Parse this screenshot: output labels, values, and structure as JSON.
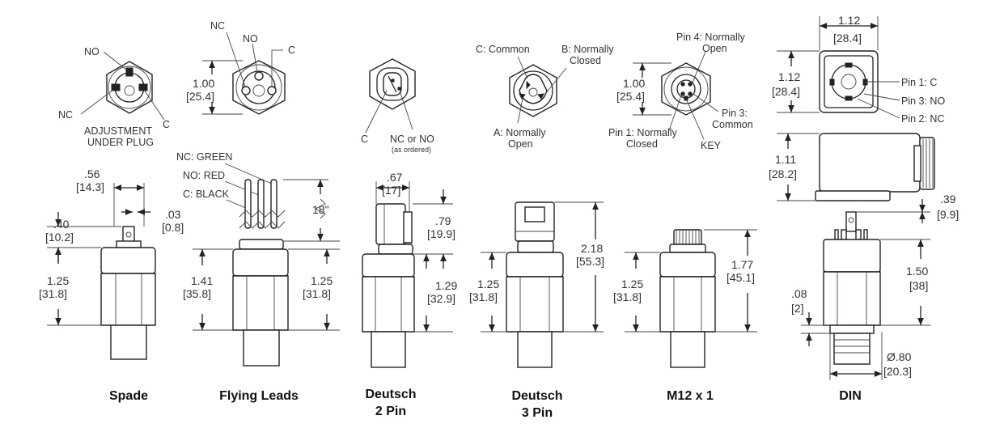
{
  "captions": {
    "spade": "Spade",
    "flying_leads": "Flying Leads",
    "deutsch2_line1": "Deutsch",
    "deutsch2_line2": "2 Pin",
    "deutsch3_line1": "Deutsch",
    "deutsch3_line2": "3 Pin",
    "m12": "M12 x 1",
    "din": "DIN"
  },
  "spade": {
    "no": "NO",
    "nc": "NC",
    "c": "C",
    "adj1": "ADJUSTMENT",
    "adj2": "UNDER PLUG",
    "d1a": ".56",
    "d1b": "[14.3]",
    "d2a": ".40",
    "d2b": "[10.2]",
    "d3a": ".03",
    "d3b": "[0.8]",
    "d4a": "1.25",
    "d4b": "[31.8]"
  },
  "flying": {
    "nc": "NC",
    "no": "NO",
    "c": "C",
    "d1a": "1.00",
    "d1b": "[25.4]",
    "wire_nc": "NC: GREEN",
    "wire_no": "NO: RED",
    "wire_c": "C: BLACK",
    "lead": "18\"",
    "d2a": "1.41",
    "d2b": "[35.8]",
    "d3a": "1.25",
    "d3b": "[31.8]"
  },
  "deutsch2": {
    "c": "C",
    "ncno": "NC or NO",
    "ordered": "(as ordered)",
    "d1a": ".67",
    "d1b": "[17]",
    "d2a": ".79",
    "d2b": "[19.9]",
    "d3a": "1.29",
    "d3b": "[32.9]"
  },
  "deutsch3": {
    "common": "C: Common",
    "bnc1": "B: Normally",
    "bnc2": "Closed",
    "ano1": "A: Normally",
    "ano2": "Open",
    "d1a": "1.25",
    "d1b": "[31.8]",
    "d2a": "2.18",
    "d2b": "[55.3]"
  },
  "m12": {
    "p4a": "Pin 4: Normally",
    "p4b": "Open",
    "d1a": "1.00",
    "d1b": "[25.4]",
    "p3a": "Pin 3:",
    "p3b": "Common",
    "p1a": "Pin 1: Normally",
    "p1b": "Closed",
    "key": "KEY",
    "d2a": "1.25",
    "d2b": "[31.8]",
    "d3a": "1.77",
    "d3b": "[45.1]"
  },
  "din": {
    "d1a": "1.12",
    "d1b": "[28.4]",
    "d2a": "1.12",
    "d2b": "[28.4]",
    "pin1": "Pin 1: C",
    "pin3": "Pin 3: NO",
    "pin2": "Pin 2: NC",
    "d3a": "1.11",
    "d3b": "[28.2]",
    "d4a": ".39",
    "d4b": "[9.9]",
    "d5a": "1.50",
    "d5b": "[38]",
    "d6a": ".08",
    "d6b": "[2]",
    "d7a": "Ø.80",
    "d7b": "[20.3]"
  }
}
